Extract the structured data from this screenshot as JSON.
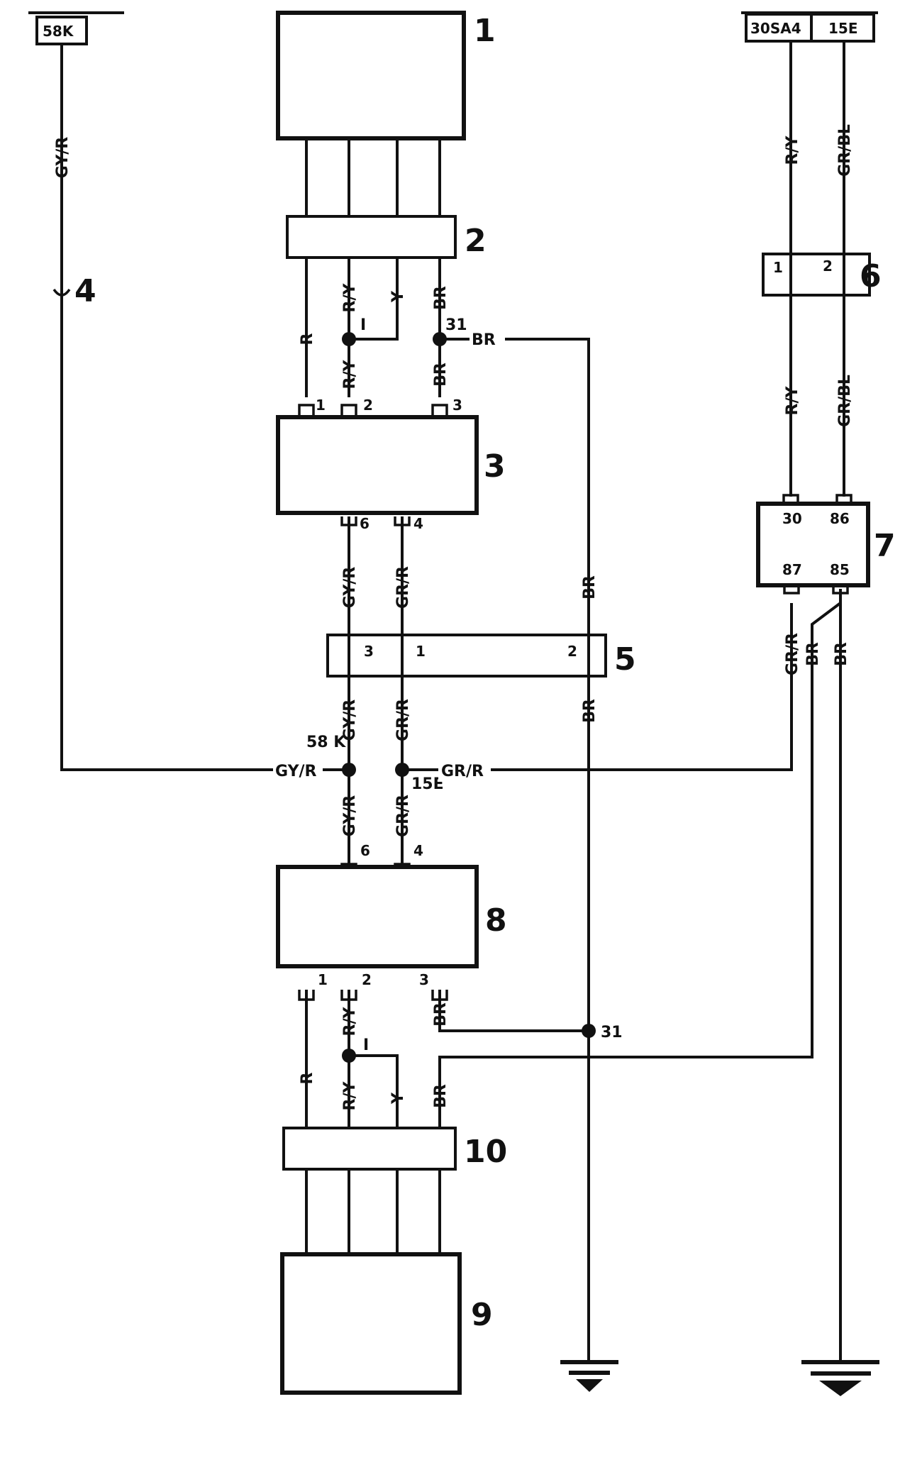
{
  "terminals": {
    "t58k": "58K",
    "t30sa4": "30SA4",
    "t15e": "15E"
  },
  "components": {
    "c1": "1",
    "c2": "2",
    "c3": "3",
    "c4": "4",
    "c5": "5",
    "c6": "6",
    "c7": "7",
    "c8": "8",
    "c9": "9",
    "c10": "10"
  },
  "wires": {
    "gyr": "GY/R",
    "r": "R",
    "ry": "R/Y",
    "y": "Y",
    "br": "BR",
    "grr": "GR/R",
    "grbl": "GR/BL"
  },
  "pins": {
    "p1": "1",
    "p2": "2",
    "p3": "3",
    "p4": "4",
    "p6": "6",
    "p30": "30",
    "p86": "86",
    "p87": "87",
    "p85": "85"
  },
  "nodes": {
    "n1": "I",
    "n31": "31",
    "n58k": "58 K",
    "n15e": "15E"
  }
}
